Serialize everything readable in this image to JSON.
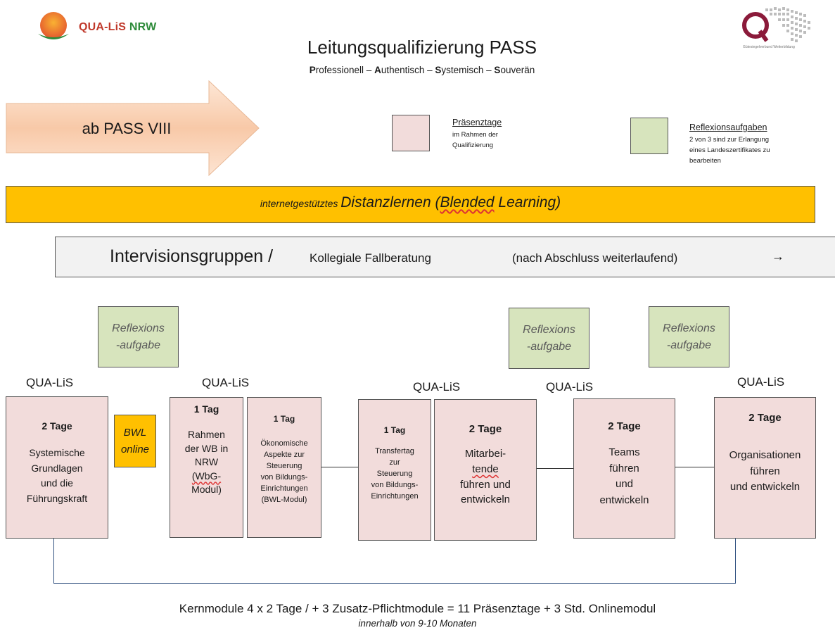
{
  "header": {
    "logo_left_text": "QUA-LiS",
    "logo_left_suffix": "NRW",
    "logo_right_letter": "Q",
    "logo_right_caption": "Gütesiegelverbund Weiterbildung",
    "title": "Leitungsqualifizierung PASS",
    "subtitle": {
      "p_initial": "P",
      "p_rest": "rofessionell – ",
      "a_initial": "A",
      "a_rest": "uthentisch – ",
      "s1_initial": "S",
      "s1_rest": "ystemisch – ",
      "s2_initial": "S",
      "s2_rest": "ouverän"
    }
  },
  "arrow": {
    "label": "ab PASS VIII"
  },
  "legend": {
    "presence": {
      "title": "Präsenztage",
      "line1": "im Rahmen der",
      "line2": "Qualifizierung",
      "color": "#f2dcdb"
    },
    "reflection": {
      "title": "Reflexionsaufgaben",
      "line1": "2 von 3 sind zur Erlangung",
      "line2": "eines Landeszertifikates zu",
      "line3": "bearbeiten",
      "color": "#d7e4bd"
    }
  },
  "distance_bar": {
    "prefix": "internetgestütztes ",
    "main": "Distanzlernen (",
    "blended": "Blended",
    "suffix": " Learning)",
    "color": "#ffc000"
  },
  "intervision_bar": {
    "main": "Intervisionsgruppen / ",
    "secondary": "Kollegiale Fallberatung",
    "note": "(nach Abschluss weiterlaufend)",
    "arrow": "→"
  },
  "reflexion_tasks": [
    {
      "line1": "Reflexions",
      "line2": "-aufgabe"
    },
    {
      "line1": "Reflexions",
      "line2": "-aufgabe"
    },
    {
      "line1": "Reflexions",
      "line2": "-aufgabe"
    }
  ],
  "provider_labels": [
    "QUA-LiS",
    "QUA-LiS",
    "QUA-LiS",
    "QUA-LiS",
    "QUA-LiS"
  ],
  "bwl_online": {
    "line1": "BWL",
    "line2": "online"
  },
  "modules": [
    {
      "days": "2 Tage",
      "lines": [
        "Systemische",
        "Grundlagen",
        "und die",
        "Führungskraft"
      ]
    },
    {
      "days": "1 Tag",
      "lines": [
        "Rahmen",
        "der WB in",
        "NRW",
        "(WbG-",
        "Modul)"
      ]
    },
    {
      "days": "1 Tag",
      "lines": [
        "Ökonomische",
        "Aspekte zur",
        "Steuerung",
        "von Bildungs-",
        "Einrichtungen",
        "(BWL-Modul)"
      ]
    },
    {
      "days": "1 Tag",
      "lines": [
        "Transfertag",
        "zur",
        "Steuerung",
        "von Bildungs-",
        "Einrichtungen"
      ]
    },
    {
      "days": "2 Tage",
      "lines": [
        "Mitarbei-",
        "tende",
        "führen und",
        "entwickeln"
      ]
    },
    {
      "days": "2 Tage",
      "lines": [
        "Teams",
        "führen",
        "und",
        "entwickeln"
      ]
    },
    {
      "days": "2 Tage",
      "lines": [
        "Organisationen",
        "führen",
        "und entwickeln"
      ]
    }
  ],
  "footer": {
    "main": "Kernmodule 4 x 2 Tage / + 3 Zusatz-Pflichtmodule = 11 Präsenztage + 3 Std. Onlinemodul",
    "sub": "innerhalb von 9-10 Monaten"
  }
}
